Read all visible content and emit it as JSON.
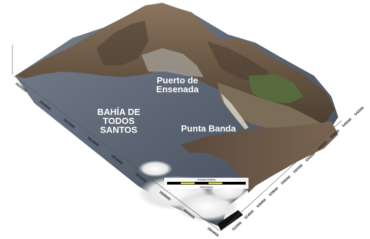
{
  "map": {
    "place_labels": {
      "bay_line1": "BAHÍA DE",
      "bay_line2": "TODOS",
      "bay_line3": "SANTOS",
      "port_line1": "Puerto de",
      "port_line2": "Ensenada",
      "point": "Punta Banda"
    },
    "scale_bar": {
      "title": "Escala Gráfica",
      "unit": "Kilómetros"
    },
    "left_axis_ticks": [
      "3520000",
      "3518000",
      "3516000",
      "3514000",
      "3512000",
      "3510000",
      "3508000",
      "3506000",
      "3504000"
    ],
    "right_axis_ticks": [
      "522000",
      "524000",
      "526000",
      "528000",
      "530000",
      "532000",
      "534000",
      "536000",
      "538000",
      "540000",
      "542000"
    ],
    "colors": {
      "sea": "#5a6472",
      "land": "#6e5a45",
      "vegetation": "#4f6b38",
      "clouds": "#eeeeee"
    }
  }
}
